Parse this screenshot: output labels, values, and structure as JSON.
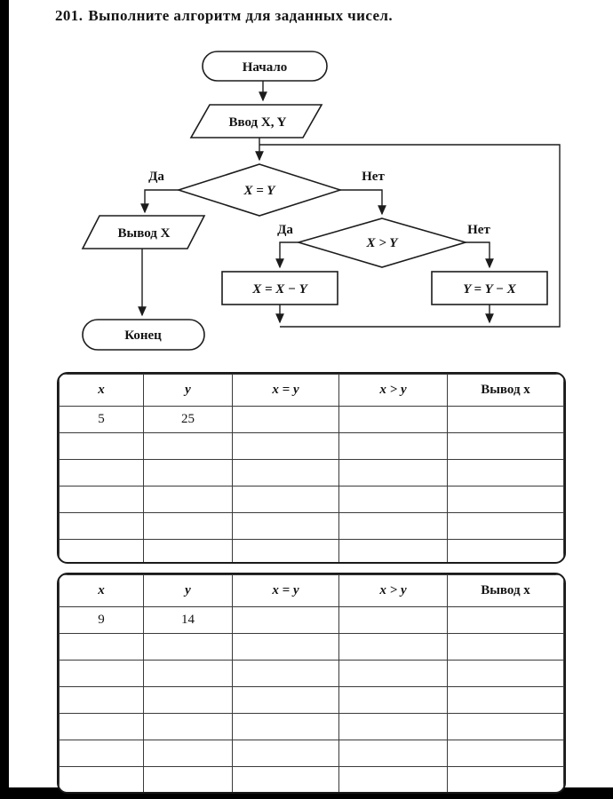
{
  "page": {
    "number": "201.",
    "title": "Выполните алгоритм для заданных чисел."
  },
  "flowchart": {
    "start": "Начало",
    "input": "Ввод X, Y",
    "decision1": "X = Y",
    "decision2": "X > Y",
    "labels": {
      "yes": "Да",
      "no": "Нет"
    },
    "output": "Вывод X",
    "assign1": "X = X − Y",
    "assign2": "Y = Y − X",
    "end": "Конец"
  },
  "tables": [
    {
      "headers": [
        "x",
        "y",
        "x = y",
        "x > y",
        "Вывод x"
      ],
      "rows": [
        [
          "5",
          "25",
          "",
          "",
          ""
        ],
        [
          "",
          "",
          "",
          "",
          ""
        ],
        [
          "",
          "",
          "",
          "",
          ""
        ],
        [
          "",
          "",
          "",
          "",
          ""
        ],
        [
          "",
          "",
          "",
          "",
          ""
        ],
        [
          "",
          "",
          "",
          "",
          ""
        ]
      ]
    },
    {
      "headers": [
        "x",
        "y",
        "x = y",
        "x > y",
        "Вывод x"
      ],
      "rows": [
        [
          "9",
          "14",
          "",
          "",
          ""
        ],
        [
          "",
          "",
          "",
          "",
          ""
        ],
        [
          "",
          "",
          "",
          "",
          ""
        ],
        [
          "",
          "",
          "",
          "",
          ""
        ],
        [
          "",
          "",
          "",
          "",
          ""
        ],
        [
          "",
          "",
          "",
          "",
          ""
        ],
        [
          "",
          "",
          "",
          "",
          ""
        ]
      ]
    }
  ]
}
